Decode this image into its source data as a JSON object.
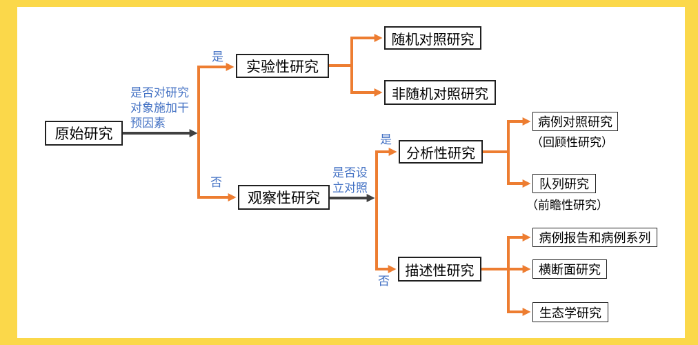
{
  "diagram": {
    "type": "flowchart",
    "nodes": {
      "original": {
        "label": "原始研究"
      },
      "experimental": {
        "label": "实验性研究"
      },
      "randomized": {
        "label": "随机对照研究"
      },
      "non_randomized": {
        "label": "非随机对照研究"
      },
      "observational": {
        "label": "观察性研究"
      },
      "analytical": {
        "label": "分析性研究"
      },
      "case_control": {
        "label": "病例对照研究",
        "caption": "（回顾性研究）"
      },
      "cohort": {
        "label": "队列研究",
        "caption": "（前瞻性研究）"
      },
      "descriptive": {
        "label": "描述性研究"
      },
      "case_report": {
        "label": "病例报告和病例系列"
      },
      "cross_sectional": {
        "label": "横断面研究"
      },
      "ecological": {
        "label": "生态学研究"
      }
    },
    "labels": {
      "question1": "是否对研究对象施加干预因素",
      "question2": "是否设立对照",
      "yes1": "是",
      "no1": "否",
      "yes2": "是",
      "no2": "否"
    },
    "colors": {
      "frame_yellow": "#FBD84A",
      "arrow_orange": "#ED7D31",
      "arrow_gray": "#404040",
      "label_blue": "#4472C4",
      "box_border": "#1f1f1f"
    }
  }
}
